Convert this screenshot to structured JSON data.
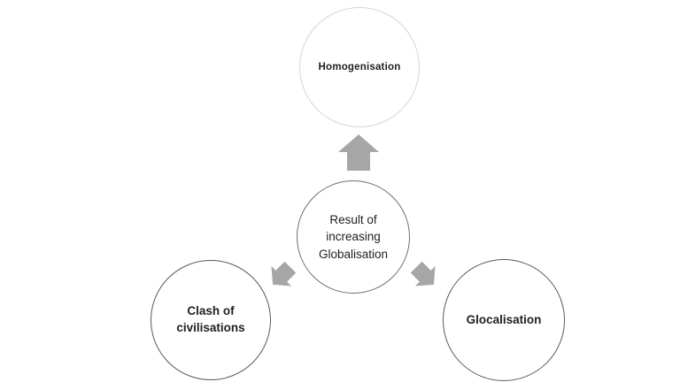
{
  "diagram": {
    "title": "Result of increasing Globalisation diagram",
    "background_color": "#ffffff",
    "text_color": "#1f1f1f",
    "arrow_color": "#a6a6a6",
    "nodes": [
      {
        "id": "center",
        "label": "Result of\nincreasing\nGlobalisation",
        "bold": false,
        "border_color": "#6f6f6f",
        "position": "center"
      },
      {
        "id": "homogenisation",
        "label": "Homogenisation",
        "bold": true,
        "border_color": "#d6d6d6",
        "position": "top"
      },
      {
        "id": "clash-of-civilisations",
        "label": "Clash of\ncivilisations",
        "bold": true,
        "border_color": "#595959",
        "position": "bottom-left"
      },
      {
        "id": "glocalisation",
        "label": "Glocalisation",
        "bold": true,
        "border_color": "#595959",
        "position": "bottom-right"
      }
    ],
    "arrows": [
      {
        "id": "arrow-up",
        "direction": "up",
        "from": "center",
        "to": "homogenisation"
      },
      {
        "id": "arrow-down-left",
        "direction": "down-left",
        "from": "center",
        "to": "clash-of-civilisations"
      },
      {
        "id": "arrow-down-right",
        "direction": "down-right",
        "from": "center",
        "to": "glocalisation"
      }
    ]
  }
}
